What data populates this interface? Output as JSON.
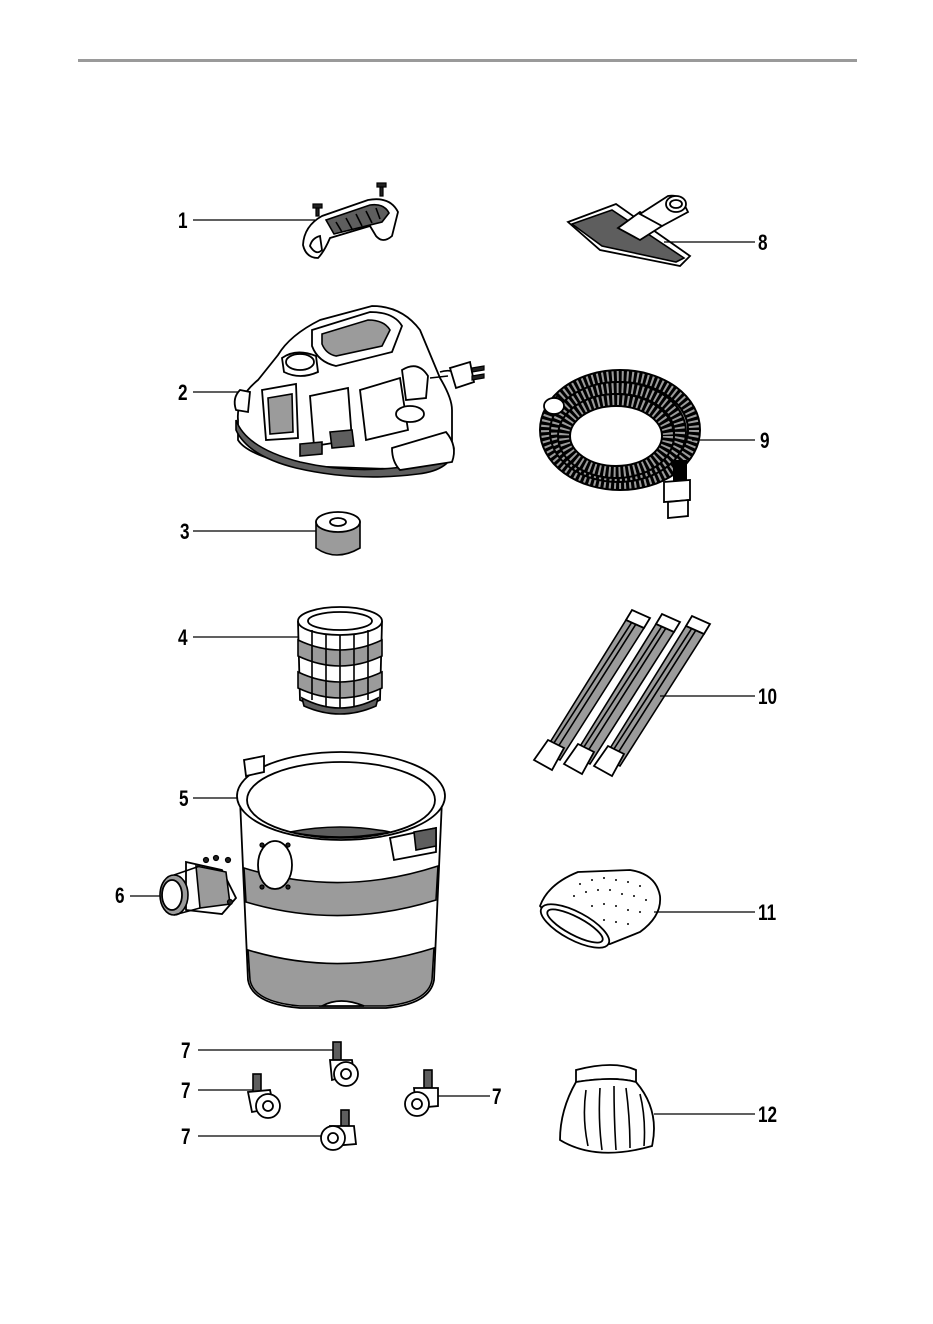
{
  "parts": [
    {
      "id": "handle",
      "callout": "1"
    },
    {
      "id": "motor-head",
      "callout": "2"
    },
    {
      "id": "foam-filter",
      "callout": "3"
    },
    {
      "id": "filter-cage",
      "callout": "4"
    },
    {
      "id": "tank",
      "callout": "5"
    },
    {
      "id": "outlet-adapter",
      "callout": "6"
    },
    {
      "id": "caster-a",
      "callout": "7"
    },
    {
      "id": "caster-b",
      "callout": "7"
    },
    {
      "id": "caster-c",
      "callout": "7"
    },
    {
      "id": "caster-d",
      "callout": "7"
    },
    {
      "id": "floor-nozzle",
      "callout": "8"
    },
    {
      "id": "hose",
      "callout": "9"
    },
    {
      "id": "extension-wands",
      "callout": "10"
    },
    {
      "id": "dust-bag",
      "callout": "11"
    },
    {
      "id": "cloth-filter-bag",
      "callout": "12"
    }
  ]
}
